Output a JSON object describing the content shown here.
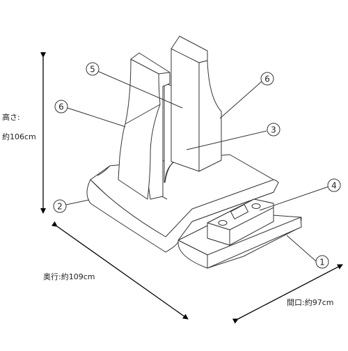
{
  "dimensions": {
    "height_label": "高さ:",
    "height_value": "約106cm",
    "depth_label": "奥行:約109cm",
    "width_label": "間口:約97cm"
  },
  "callouts": [
    "1",
    "2",
    "3",
    "4",
    "5",
    "6",
    "6"
  ]
}
